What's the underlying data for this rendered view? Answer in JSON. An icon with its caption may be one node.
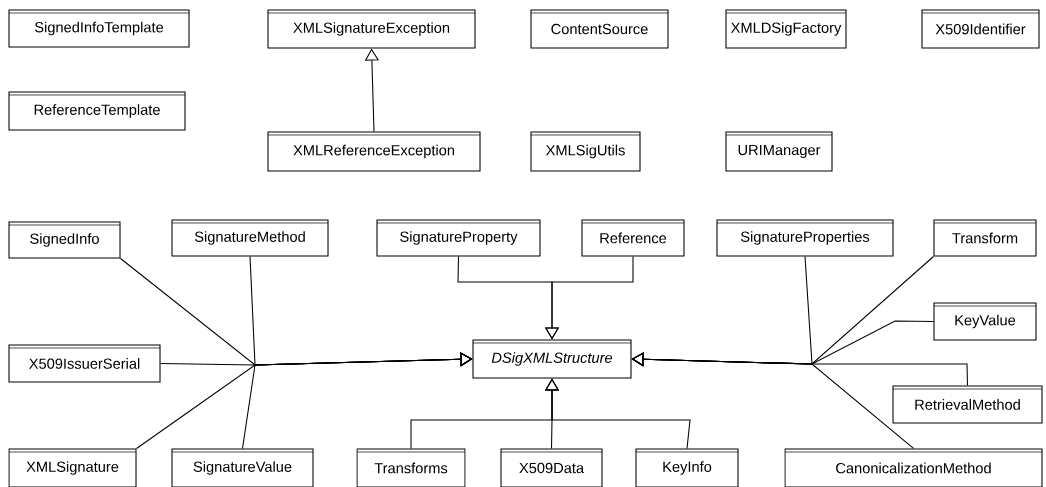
{
  "diagram": {
    "nodes": [
      {
        "text": [
          "SignedInfoTemplate"
        ]
      },
      {
        "text": [
          "XMLSignatureException"
        ]
      },
      {
        "text": [
          "ContentSource"
        ]
      },
      {
        "text": [
          "XMLDSigFactory"
        ]
      },
      {
        "text": [
          "X509Identifier"
        ]
      },
      {
        "text": [
          "ReferenceTemplate"
        ]
      },
      {
        "text": [
          "XMLReferenceException"
        ]
      },
      {
        "text": [
          "XMLSigUtils"
        ]
      },
      {
        "text": [
          "URIManager"
        ]
      },
      {
        "text": [
          "SignedInfo"
        ]
      },
      {
        "text": [
          "SignatureMethod"
        ]
      },
      {
        "text": [
          "SignatureProperty"
        ]
      },
      {
        "text": [
          "Reference"
        ]
      },
      {
        "text": [
          "SignatureProperties"
        ]
      },
      {
        "text": [
          "Transform"
        ]
      },
      {
        "text": [
          "KeyValue"
        ]
      },
      {
        "text": [
          "X509IssuerSerial"
        ]
      },
      {
        "text": [
          "DSigXMLStructure"
        ]
      },
      {
        "text": [
          "RetrievalMethod"
        ]
      },
      {
        "text": [
          "XMLSignature"
        ]
      },
      {
        "text": [
          "SignatureValue"
        ]
      },
      {
        "text": [
          "Transforms"
        ]
      },
      {
        "text": [
          "X509Data"
        ]
      },
      {
        "text": [
          "KeyInfo"
        ]
      },
      {
        "text": [
          "CanonicalizationMethod"
        ]
      }
    ],
    "edges": [
      {
        "from": 6,
        "to": 1,
        "arrow": "to"
      },
      {
        "from": 9,
        "to": 17,
        "arrow": "to"
      },
      {
        "from": 10,
        "to": 17,
        "arrow": "to"
      },
      {
        "from": 16,
        "to": 17,
        "arrow": "to"
      },
      {
        "from": 19,
        "to": 17,
        "arrow": "to"
      },
      {
        "from": 20,
        "to": 17,
        "arrow": "to"
      },
      {
        "from": 11,
        "to": 17,
        "arrow": "to"
      },
      {
        "from": 12,
        "to": 17,
        "arrow": "to"
      },
      {
        "from": 21,
        "to": 17,
        "arrow": "to"
      },
      {
        "from": 22,
        "to": 17,
        "arrow": "to"
      },
      {
        "from": 23,
        "to": 17,
        "arrow": "to"
      },
      {
        "from": 13,
        "to": 17,
        "arrow": "to"
      },
      {
        "from": 14,
        "to": 17,
        "arrow": "to"
      },
      {
        "from": 15,
        "to": 17,
        "arrow": "to"
      },
      {
        "from": 18,
        "to": 17,
        "arrow": "to"
      },
      {
        "from": 24,
        "to": 17,
        "arrow": "to"
      }
    ]
  }
}
